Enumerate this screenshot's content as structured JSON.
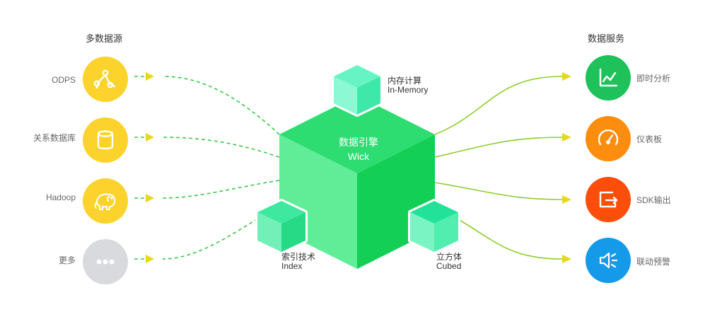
{
  "titles": {
    "sources": "多数据源",
    "services": "数据服务"
  },
  "sources": [
    {
      "label": "ODPS",
      "icon": "graph-nodes-icon",
      "color": "#fcd32c"
    },
    {
      "label": "关系数据库",
      "icon": "database-icon",
      "color": "#fcd32c"
    },
    {
      "label": "Hadoop",
      "icon": "elephant-icon",
      "color": "#fcd32c"
    },
    {
      "label": "更多",
      "icon": "more-dots-icon",
      "color": "#d9dadd"
    }
  ],
  "services": [
    {
      "label": "即时分析",
      "icon": "line-chart-icon",
      "color": "#1fc15a"
    },
    {
      "label": "仪表板",
      "icon": "gauge-icon",
      "color": "#fd8d0e"
    },
    {
      "label": "SDK输出",
      "icon": "export-icon",
      "color": "#fb4e0b"
    },
    {
      "label": "联动预警",
      "icon": "speaker-alert-icon",
      "color": "#159ae9"
    }
  ],
  "engine": {
    "title": "数据引擎",
    "subtitle": "Wick"
  },
  "modules": {
    "memory": {
      "title": "内存计算",
      "subtitle": "In-Memory"
    },
    "index": {
      "title": "索引技术",
      "subtitle": "Index"
    },
    "cubed": {
      "title": "立方体",
      "subtitle": "Cubed"
    }
  },
  "colors": {
    "accent_green": "#24e06a",
    "cube_side_light": "#61ec98",
    "cube_side_dark": "#13cf55",
    "small_cube": "#5ff5c0",
    "dashed_line": "#39c84a",
    "arrow": "#e8d81a",
    "solid_line": "#8fcd2e"
  }
}
